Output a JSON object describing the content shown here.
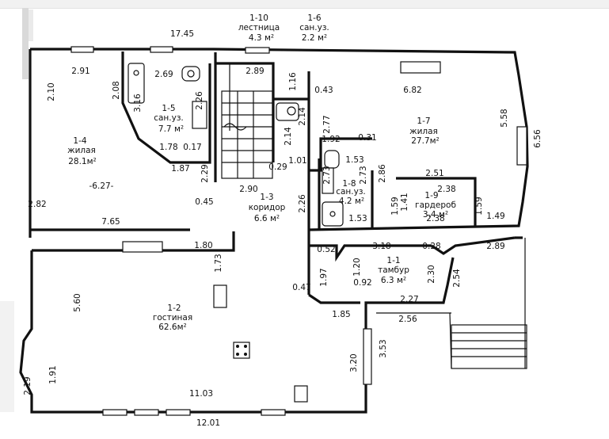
{
  "rooms": [
    {
      "id": "1-1",
      "name": "тамбур",
      "area": "6.3 м²"
    },
    {
      "id": "1-2",
      "name": "гостиная",
      "area": "62.6м²"
    },
    {
      "id": "1-3",
      "name": "коридор",
      "area": "6.6 м²"
    },
    {
      "id": "1-4",
      "name": "жилая",
      "area": "28.1м²"
    },
    {
      "id": "1-5",
      "name": "сан.уз.",
      "area": "7.7 м²"
    },
    {
      "id": "1-6",
      "name": "сан.уз.",
      "area": "2.2 м²"
    },
    {
      "id": "1-7",
      "name": "жилая",
      "area": "27.7м²"
    },
    {
      "id": "1-8",
      "name": "сан.уз.",
      "area": "4.2 м²"
    },
    {
      "id": "1-9",
      "name": "гардероб",
      "area": "3.4 м²"
    },
    {
      "id": "1-10",
      "name": "лестница",
      "area": "4.3 м²"
    }
  ],
  "dimensions": {
    "d17_45": "17.45",
    "d2_91": "2.91",
    "d2_10": "2.10",
    "d2_08": "2.08",
    "d3_16": "3.16",
    "d2_69": "2.69",
    "d2_26": "2.26",
    "d1_78": "1.78",
    "d0_17": "0.17",
    "d1_87": "1.87",
    "d2_29": "2.29",
    "d6_27": "-6.27-",
    "d2_82": "2.82",
    "d0_45": "0.45",
    "d7_65": "7.65",
    "d2_89a": "2.89",
    "d1_16": "1.16",
    "d0_43": "0.43",
    "d2_14a": "2.14",
    "d2_14b": "2.14",
    "d2_90": "2.90",
    "d0_29": "0.29",
    "d1_01": "1.01",
    "d2_77": "2.77",
    "d1_92": "1.92",
    "d0_31": "0.31",
    "d1_53a": "1.53",
    "d2_73a": "2.73",
    "d2_73b": "2.73",
    "d1_53b": "1.53",
    "d2_86": "2.86",
    "d2_26b": "2.26",
    "d6_82": "6.82",
    "d5_58": "5.58",
    "d6_56": "6.56",
    "d2_51": "2.51",
    "d2_38a": "2.38",
    "d2_38b": "2.38",
    "d1_41": "1.41",
    "d1_59a": "1.59",
    "d1_59b": "1.59",
    "d1_49": "1.49",
    "d1_80": "1.80",
    "d1_73": "1.73",
    "d3_18": "3.18",
    "d0_28": "0.28",
    "d2_89b": "2.89",
    "d0_52": "0.52",
    "d1_20": "1.20",
    "d1_97": "1.97",
    "d0_92": "0.92",
    "d2_30": "2.30",
    "d2_54": "2.54",
    "d0_47": "0.47",
    "d2_27": "2.27",
    "d2_56": "2.56",
    "d5_60": "5.60",
    "d1_85": "1.85",
    "d3_53": "3.53",
    "d3_20": "3.20",
    "d1_91": "1.91",
    "d2_19": "2.19",
    "d11_03": "11.03",
    "d12_01": "12.01"
  }
}
